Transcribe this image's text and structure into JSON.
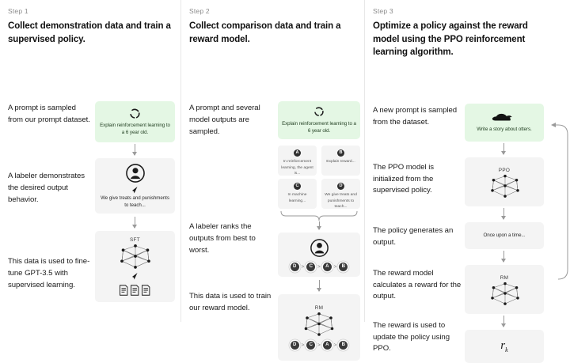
{
  "diagram": {
    "title": "RLHF three-step training process",
    "accent_green": "#e4f7e4",
    "card_gray": "#f4f4f4",
    "arrow_color": "#9a9a9a"
  },
  "columns": [
    {
      "step_label": "Step 1",
      "step_title": "Collect demonstration data and train a supervised policy.",
      "captions": [
        "A prompt is sampled from our prompt dataset.",
        "A labeler demonstrates the desired output behavior.",
        "This data is used to fine-tune GPT-3.5 with supervised learning."
      ],
      "nodes": [
        {
          "icon": "recycle-icon",
          "text": "Explain reinforcement learning to a 6 year old.",
          "style": "green"
        },
        {
          "icon": "person-pen-icon",
          "text": "We give treats and punishments to teach...",
          "style": "gray"
        },
        {
          "icon": "neural-net-icon",
          "title": "SFT",
          "style": "gray"
        }
      ]
    },
    {
      "step_label": "Step 2",
      "step_title": "Collect comparison data and train a reward model.",
      "captions": [
        "A prompt and several model outputs are sampled.",
        "A labeler ranks the outputs from best to worst.",
        "This data is used to train our reward model."
      ],
      "nodes": [
        {
          "icon": "recycle-icon",
          "text": "Explain reinforcement learning to a 6 year old.",
          "style": "green"
        },
        {
          "icon": "person-icon",
          "style": "gray"
        },
        {
          "icon": "neural-net-icon",
          "title": "RM",
          "style": "gray"
        }
      ],
      "outputs": [
        {
          "letter": "A",
          "text": "In reinforcement learning, the agent is..."
        },
        {
          "letter": "B",
          "text": "Explain reward..."
        },
        {
          "letter": "C",
          "text": "In machine learning..."
        },
        {
          "letter": "D",
          "text": "We give treats and punishments to teach..."
        }
      ],
      "ranking": [
        "D",
        "C",
        "A",
        "B"
      ],
      "ranking_separator": ">"
    },
    {
      "step_label": "Step 3",
      "step_title": "Optimize a policy against the reward model using the PPO reinforcement learning algorithm.",
      "captions": [
        "A new prompt is sampled from the dataset.",
        "The PPO model is initialized from the supervised policy.",
        "The policy generates an output.",
        "The reward model calculates a reward for the output.",
        "The reward is used to update the policy using PPO."
      ],
      "nodes": [
        {
          "icon": "otter-icon",
          "text": "Write a story about otters.",
          "style": "green"
        },
        {
          "icon": "neural-net-icon",
          "title": "PPO",
          "style": "gray"
        },
        {
          "icon": "text-output",
          "text": "Once upon a time...",
          "style": "gray"
        },
        {
          "icon": "neural-net-icon",
          "title": "RM",
          "style": "gray"
        },
        {
          "icon": "reward-symbol",
          "text": "r",
          "subscript": "k",
          "style": "gray"
        }
      ]
    }
  ]
}
